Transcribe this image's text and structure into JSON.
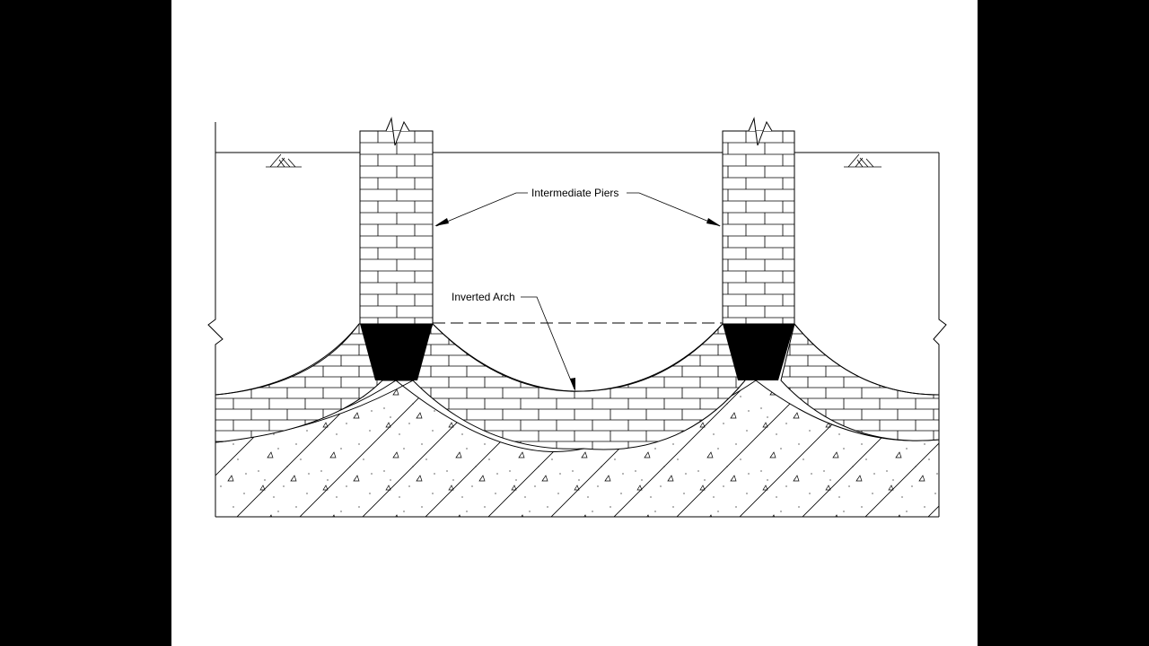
{
  "labels": {
    "piers": "Intermediate Piers",
    "arch": "Inverted Arch"
  },
  "colors": {
    "background": "#000000",
    "paper": "#ffffff",
    "line": "#000000",
    "footing": "#000000"
  },
  "hatch_patterns": [
    "brick-masonry",
    "concrete"
  ]
}
